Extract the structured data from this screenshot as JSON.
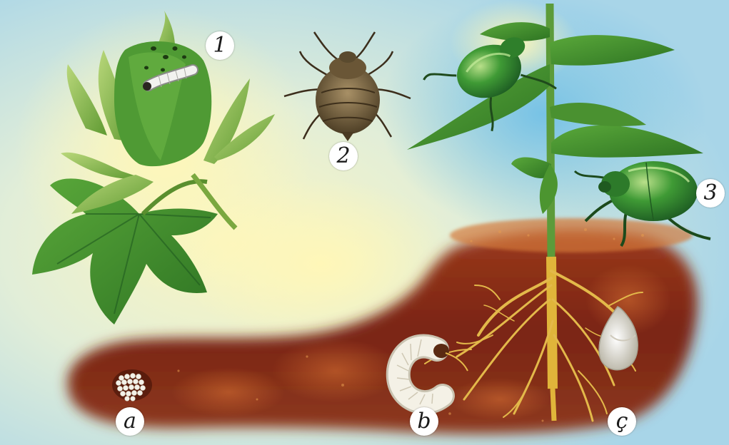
{
  "labels": {
    "cotton_boll_worm": "1",
    "bug": "2",
    "beetle": "3",
    "eggs": "a",
    "larva": "b",
    "pupa": "ç"
  },
  "colors": {
    "sky_light": "#f6f4c4",
    "sky_blue": "#a9d8ea",
    "soil_dark": "#6b1d10",
    "soil_orange": "#c2562a",
    "leaf_green": "#3f8f2c",
    "root_yellow": "#e0b53a",
    "beetle_green": "#3c9b34",
    "bug_brown": "#7b6842"
  }
}
